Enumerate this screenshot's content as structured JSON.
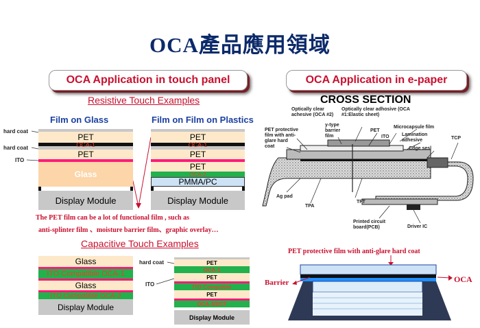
{
  "title": "OCA產品應用領域",
  "left_header": "OCA Application in touch panel",
  "right_header": "OCA Application in e-paper",
  "resistive": {
    "heading": "Resistive Touch Examples",
    "glass_title": "Film on Glass",
    "plastic_title": "Film on Film on Plastics",
    "side_labels": [
      "hard coat",
      "hard coat",
      "ITO"
    ],
    "glass_layers": [
      "PET",
      "OCA-1",
      "PET",
      "Glass",
      "Display Module"
    ],
    "plastic_layers": [
      "PET",
      "OCA-1",
      "PET",
      "PET",
      "OCA-2",
      "PMMA/PC",
      "Display Module"
    ],
    "note_line1": "The PET film can be a lot of functional film , such as",
    "note_line2": "anti-splinter film 、moisture barrier film、graphic overlay…"
  },
  "capacitive": {
    "heading": "Capacitive Touch Examples",
    "left_layers": [
      "Glass",
      "ITO Compatible OCA-1",
      "Glass",
      "ITO Compatible OCA-2",
      "Display Module"
    ],
    "side_labels": [
      "hard coat",
      "ITO"
    ],
    "right_layers": [
      "PET",
      "OCA-1",
      "PET",
      "ITO Compaible",
      "PET",
      "OCA-3/DCT",
      "Display Module"
    ]
  },
  "epaper": {
    "cross_section_title": "CROSS SECTION",
    "labels": {
      "oca2": "Optically clear achesive (OCA #2)",
      "oca1": "Optically clear adhosive (OCA #1:Elastic sheet)",
      "pet_protective": "PET protective film with anti-glare hard coat",
      "barrier": "y-type barrier film",
      "pet": "PET",
      "ito": "ITO",
      "microcapsule": "Microcapsule film",
      "lamination": "Lamination adhesive",
      "edge_seal": "Cdge sesl",
      "tcp": "TCP",
      "ag_pad": "Ag pad",
      "tpa": "TPA",
      "tft": "TFT",
      "pcb": "Printed circuit board(PCB)",
      "driver_ic": "Driver IC"
    },
    "lower_title": "PET protective film with anti-glare hard coat",
    "barrier_label": "Barrier",
    "oca_label": "OCA"
  },
  "colors": {
    "title": "#0c2a6a",
    "accent_red": "#c8102e",
    "pet": "#fde9c9",
    "oca_green": "#22b14c",
    "oca_red_text": "#e8412c",
    "ito_pink": "#ff1a7a",
    "display_gray": "#c8c8c8",
    "glass": "#fcd5a8",
    "pmma": "#cde3f5",
    "black_strip": "#111111"
  }
}
